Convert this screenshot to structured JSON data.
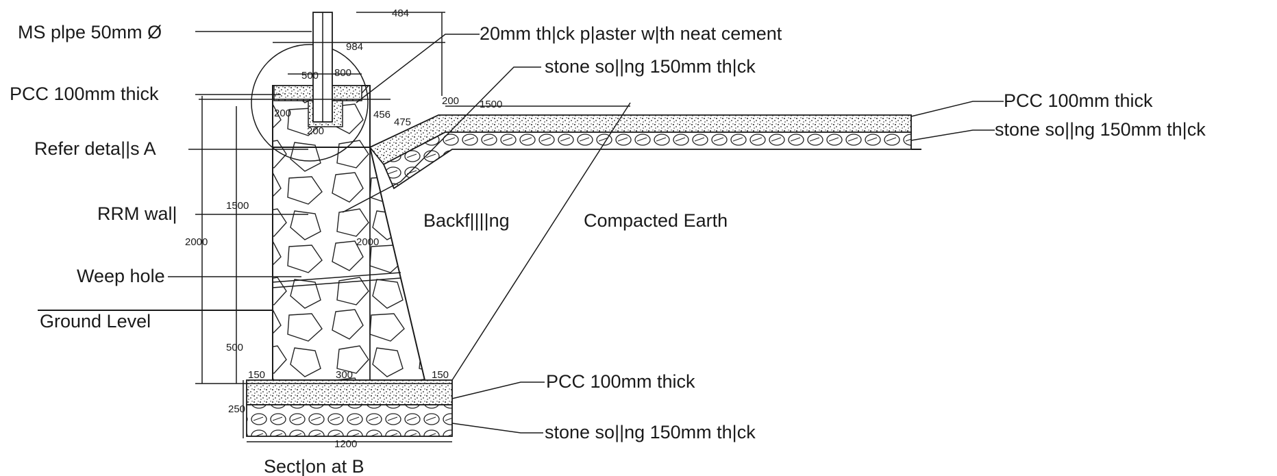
{
  "labels": {
    "ms_pipe": "MS plpe 50mm Ø",
    "plaster": "20mm th|ck p|aster w|th neat cement",
    "stone_top": "stone so||ng 150mm th|ck",
    "pcc_left": "PCC 100mm thick",
    "pcc_right": "PCC 100mm thick",
    "stone_right": "stone so||ng 150mm th|ck",
    "refer": "Refer deta||s A",
    "rrm_wall": "RRM wal|",
    "backfilling": "Backf||||ng",
    "compacted": "Compacted Earth",
    "weep_hole": "Weep hole",
    "ground_level": "Ground Level",
    "pcc_bottom": "PCC 100mm thick",
    "stone_bottom": "stone so||ng 150mm th|ck",
    "section": "Sect|on at B"
  },
  "dims": {
    "d484": "484",
    "d984": "984",
    "d500": "500",
    "d800": "800",
    "d200a": "200",
    "d200b": "200",
    "d200c": "200",
    "d456": "456",
    "d475": "475",
    "d1500top": "1500",
    "d1500": "1500",
    "d2000left": "2000",
    "d2000mid": "2000",
    "d500left": "500",
    "d150a": "150",
    "d300": "300",
    "d150b": "150",
    "d250": "250",
    "d1200": "1200"
  }
}
